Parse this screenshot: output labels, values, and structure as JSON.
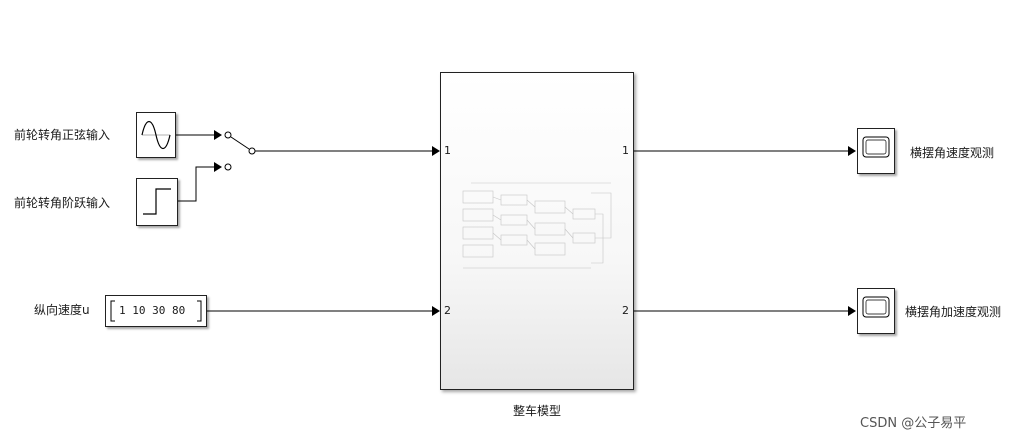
{
  "blocks": {
    "sine_source": {
      "label": "前轮转角正弦输入",
      "icon": "sine-wave-icon"
    },
    "step_source": {
      "label": "前轮转角阶跃输入",
      "icon": "step-icon"
    },
    "switch": {
      "icon": "manual-switch-icon"
    },
    "speed_constant": {
      "label": "纵向速度u",
      "value": "1 10 30 80"
    },
    "vehicle_model": {
      "label": "整车模型",
      "in_ports": [
        "1",
        "2"
      ],
      "out_ports": [
        "1",
        "2"
      ]
    },
    "yaw_rate_scope": {
      "label": "横摆角速度观测",
      "icon": "scope-icon"
    },
    "yaw_accel_scope": {
      "label": "横摆角加速度观测",
      "icon": "scope-icon"
    }
  },
  "watermark": "CSDN @公子易平"
}
